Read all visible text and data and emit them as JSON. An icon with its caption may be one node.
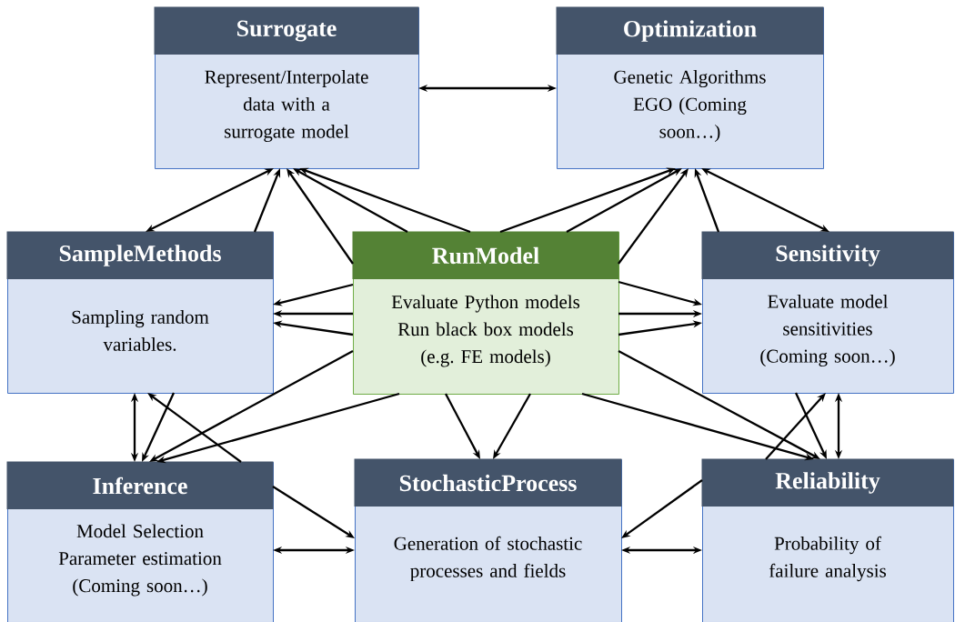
{
  "diagram": {
    "nodes": [
      {
        "text": [
          "Surrogate",
          "Represent/Interpolate data with a surrogate model"
        ]
      },
      {
        "text": [
          "Optimization",
          "Genetic Algorithms EGO (Coming soon…)"
        ]
      },
      {
        "text": [
          "SampleMethods",
          "Sampling random variables."
        ]
      },
      {
        "text": [
          "RunModel",
          "Evaluate Python models Run black box models (e.g. FE models)"
        ]
      },
      {
        "text": [
          "Sensitivity",
          "Evaluate model sensitivities (Coming soon…)"
        ]
      },
      {
        "text": [
          "Inference",
          "Model Selection Parameter estimation (Coming soon…)"
        ]
      },
      {
        "text": [
          "StochasticProcess",
          "Generation of stochastic processes and fields"
        ]
      },
      {
        "text": [
          "Reliability",
          "Probability of failure analysis"
        ]
      }
    ],
    "edges": [
      {
        "from": 0,
        "to": 1,
        "arrow": "both"
      },
      {
        "from": 0,
        "to": 2,
        "arrow": "both"
      },
      {
        "from": 2,
        "to": 0,
        "arrow": "to"
      },
      {
        "from": 3,
        "to": 0,
        "arrow": "to"
      },
      {
        "from": 3,
        "to": 0,
        "arrow": "to"
      },
      {
        "from": 3,
        "to": 0,
        "arrow": "to"
      },
      {
        "from": 3,
        "to": 1,
        "arrow": "to"
      },
      {
        "from": 3,
        "to": 1,
        "arrow": "to"
      },
      {
        "from": 3,
        "to": 1,
        "arrow": "to"
      },
      {
        "from": 4,
        "to": 1,
        "arrow": "to"
      },
      {
        "from": 1,
        "to": 4,
        "arrow": "both"
      },
      {
        "from": 3,
        "to": 2,
        "arrow": "to"
      },
      {
        "from": 3,
        "to": 2,
        "arrow": "to"
      },
      {
        "from": 3,
        "to": 2,
        "arrow": "to"
      },
      {
        "from": 3,
        "to": 4,
        "arrow": "to"
      },
      {
        "from": 3,
        "to": 4,
        "arrow": "to"
      },
      {
        "from": 3,
        "to": 4,
        "arrow": "to"
      },
      {
        "from": 2,
        "to": 5,
        "arrow": "both"
      },
      {
        "from": 5,
        "to": 2,
        "arrow": "to"
      },
      {
        "from": 2,
        "to": 5,
        "arrow": "to"
      },
      {
        "from": 3,
        "to": 5,
        "arrow": "to"
      },
      {
        "from": 3,
        "to": 5,
        "arrow": "to"
      },
      {
        "from": 3,
        "to": 6,
        "arrow": "to"
      },
      {
        "from": 3,
        "to": 6,
        "arrow": "to"
      },
      {
        "from": 3,
        "to": 7,
        "arrow": "to"
      },
      {
        "from": 3,
        "to": 7,
        "arrow": "to"
      },
      {
        "from": 4,
        "to": 7,
        "arrow": "to"
      },
      {
        "from": 4,
        "to": 7,
        "arrow": "both"
      },
      {
        "from": 7,
        "to": 4,
        "arrow": "to"
      },
      {
        "from": 5,
        "to": 6,
        "arrow": "to"
      },
      {
        "from": 7,
        "to": 6,
        "arrow": "to"
      },
      {
        "from": 5,
        "to": 6,
        "arrow": "both"
      },
      {
        "from": 6,
        "to": 7,
        "arrow": "both"
      }
    ]
  }
}
